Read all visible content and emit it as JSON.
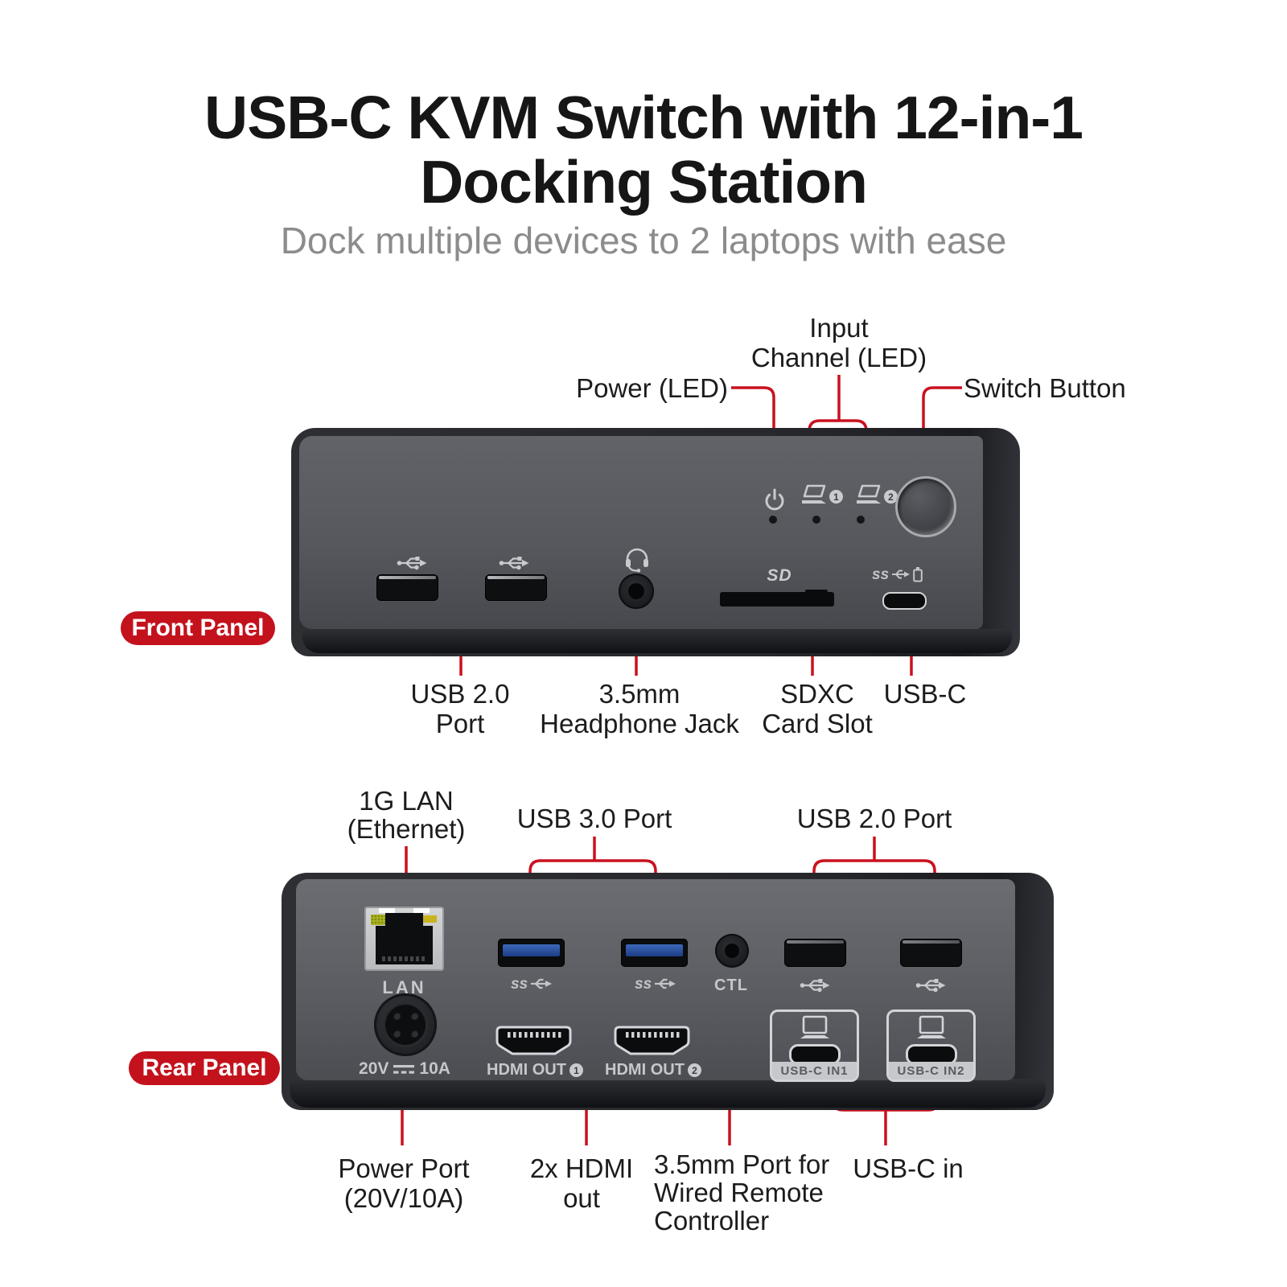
{
  "title": {
    "line1": "USB-C KVM Switch with 12-in-1",
    "line2": "Docking Station",
    "subtitle": "Dock multiple devices to 2 laptops with ease"
  },
  "colors": {
    "accent": "#c9111e",
    "badge": "#c4121d",
    "title_text": "#161616",
    "subtitle_text": "#8c8c8c",
    "label_text": "#1c1c1c",
    "device_icon": "#c9cacd"
  },
  "front_panel": {
    "badge_label": "Front Panel",
    "top_callouts": {
      "power_led": "Power (LED)",
      "input_channel": [
        "Input",
        "Channel (LED)"
      ],
      "switch_button": "Switch Button"
    },
    "bottom_callouts": {
      "usb20": [
        "USB 2.0",
        "Port"
      ],
      "headphone": [
        "3.5mm",
        "Headphone Jack"
      ],
      "sdxc": [
        "SDXC",
        "Card Slot"
      ],
      "usbc": "USB-C"
    },
    "device": {
      "sd_logo": "SD",
      "laptop1_num": "1",
      "laptop2_num": "2",
      "ss_label": "ss"
    }
  },
  "rear_panel": {
    "badge_label": "Rear Panel",
    "top_callouts": {
      "lan": [
        "1G LAN",
        "(Ethernet)"
      ],
      "usb30": "USB 3.0 Port",
      "usb20": "USB 2.0 Port"
    },
    "bottom_callouts": {
      "power": [
        "Power Port",
        "(20V/10A)"
      ],
      "hdmi": [
        "2x HDMI",
        "out"
      ],
      "ctl": [
        "3.5mm Port for",
        "Wired Remote",
        "Controller"
      ],
      "usbc_in": "USB-C in"
    },
    "device": {
      "lan_label": "LAN",
      "power_volts": "20V",
      "power_amps": "10A",
      "ss_label": "ss",
      "ctl_label": "CTL",
      "hdmi_out_label": "HDMI OUT",
      "hdmi1_num": "1",
      "hdmi2_num": "2",
      "usbc_in1_label": "USB-C IN1",
      "usbc_in2_label": "USB-C IN2"
    }
  }
}
